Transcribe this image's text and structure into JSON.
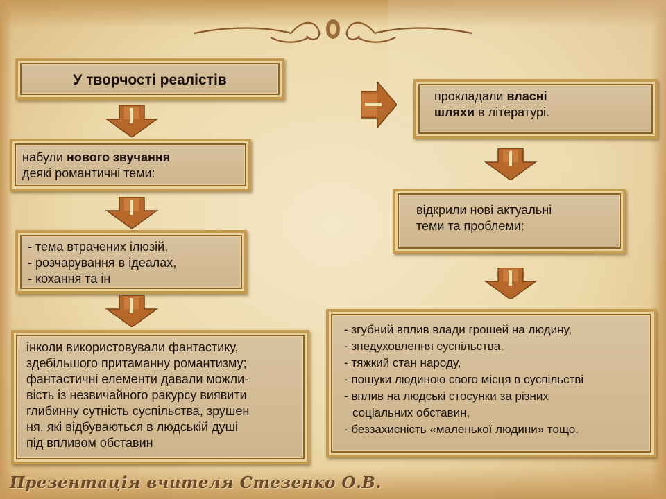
{
  "diagram": {
    "title": "У творчості  реалістів",
    "left": {
      "box1": {
        "text1": "набули ",
        "bold": "нового звучання",
        "text2": "деякі романтичні теми:"
      },
      "box2": {
        "items": [
          "- тема втрачених ілюзій,",
          "- розчарування в ідеалах,",
          "- кохання та ін"
        ]
      },
      "box3": {
        "lines": [
          "інколи використовували фантастику,",
          "здебільшого притаманну романтизму;",
          "фантастичні елементи давали можли-",
          "вість із незвичайного ракурсу виявити",
          "глибинну сутність суспільства, зрушен",
          "ня, які відбуваються в людській душі",
          "під впливом обставин"
        ]
      }
    },
    "right": {
      "box1": {
        "text1": "прокладали ",
        "bold1": "власні",
        "bold2": "шляхи",
        "text2": " в літературі."
      },
      "box2": {
        "lines": [
          "відкрили нові актуальні",
          "теми та проблеми:"
        ]
      },
      "box3": {
        "items": [
          "- згубний вплив влади грошей на людину,",
          "- знедуховлення суспільства,",
          "- тяжкий стан народу,",
          "- пошуки людиною свого місця в суспільстві",
          "- вплив на людські стосунки за різних",
          "соціальних обставин,",
          "- беззахисність «маленької людини» тощо."
        ]
      }
    }
  },
  "footer": "Презентація вчителя Стезенко О.В.",
  "colors": {
    "arrow": "#b5682a",
    "frame": "#c49a4f",
    "box": "#d3bc96"
  }
}
